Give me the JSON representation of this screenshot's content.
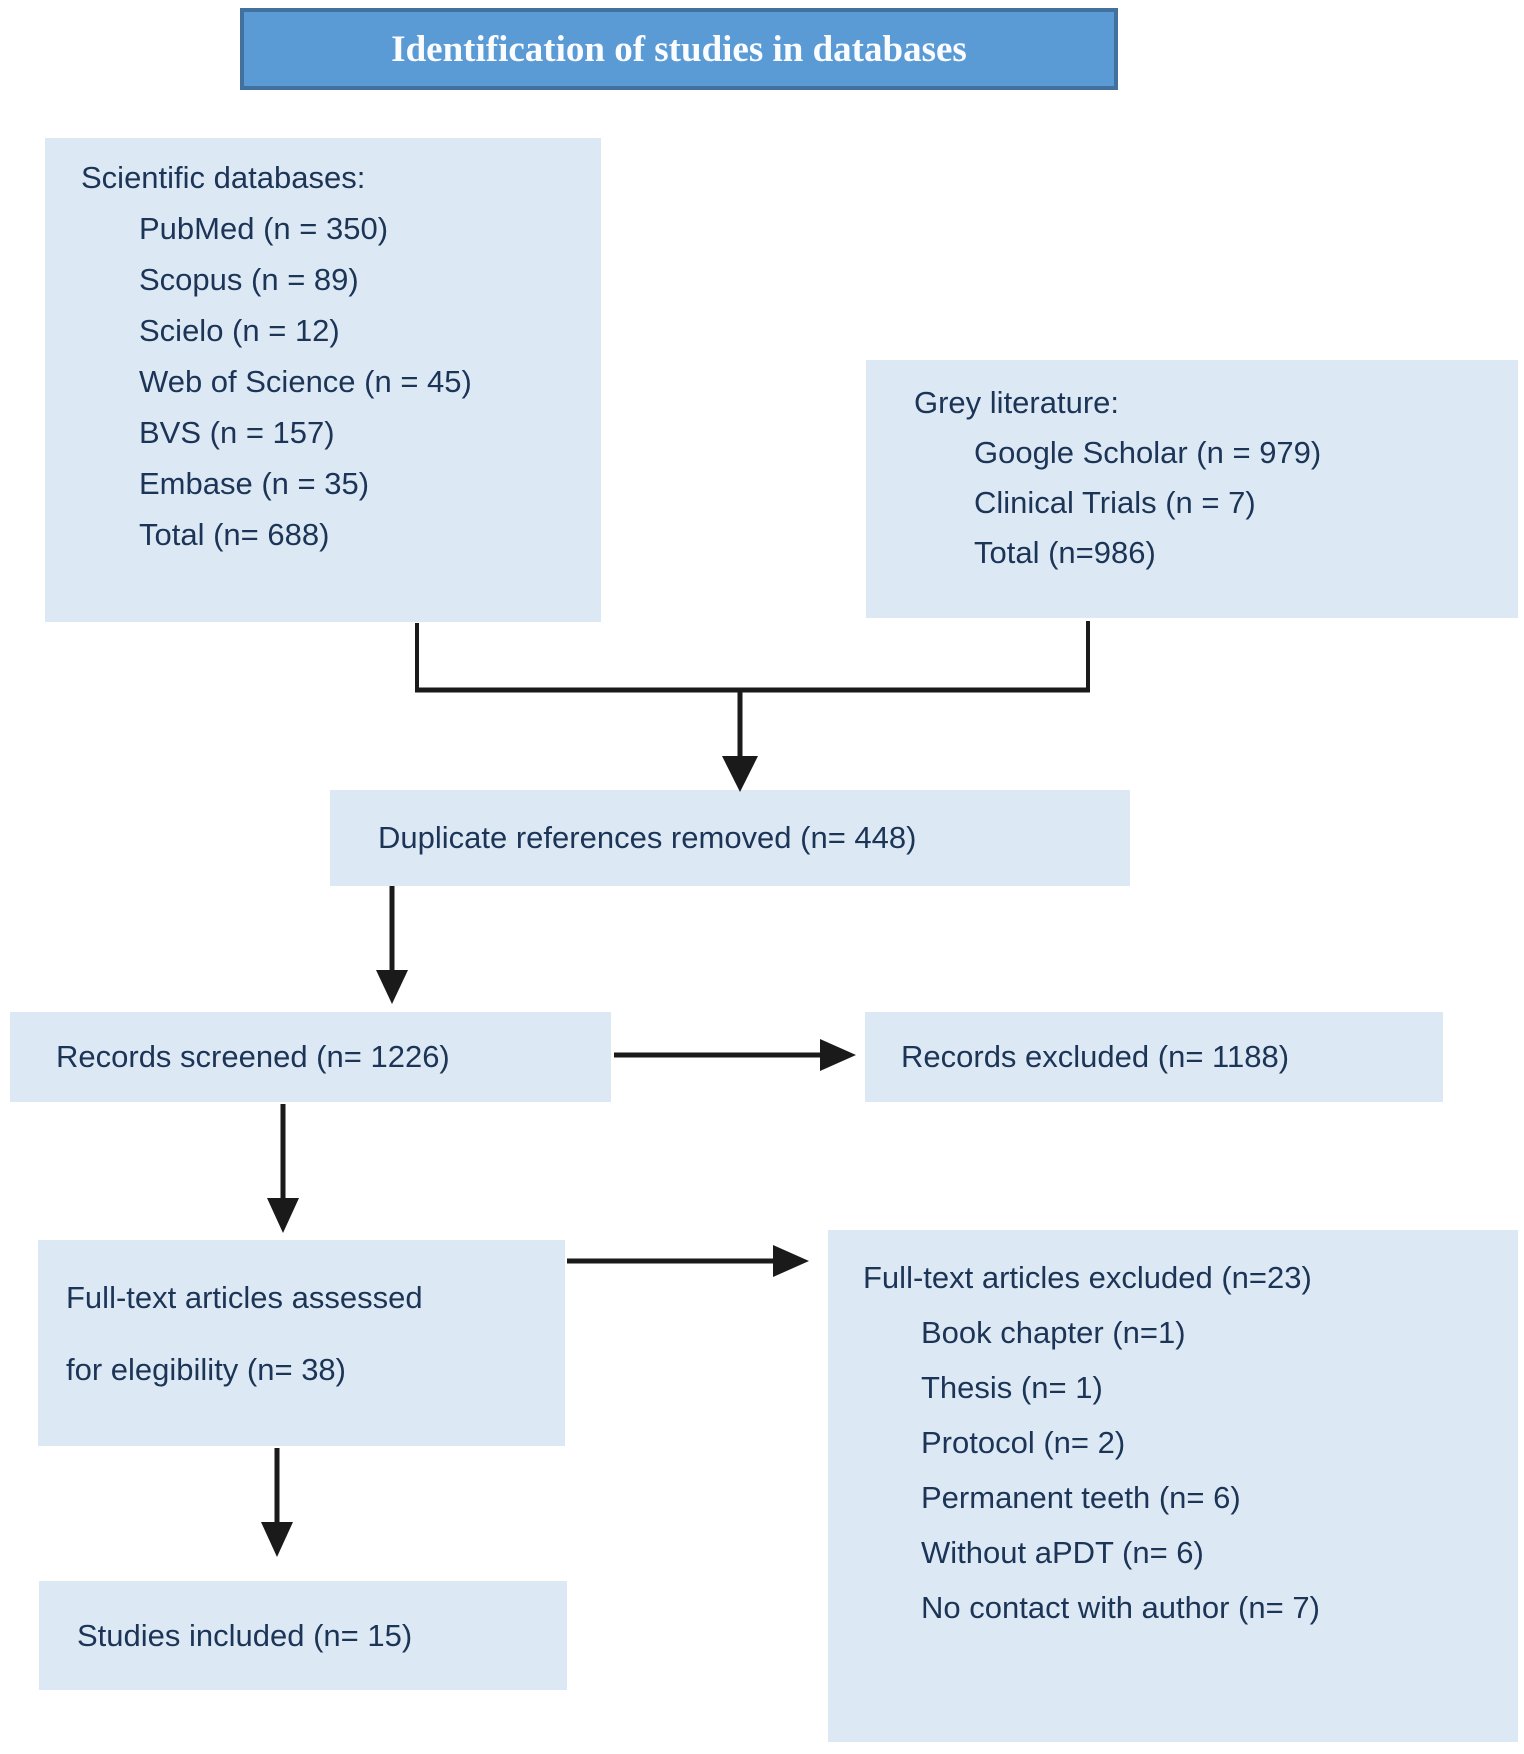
{
  "title": "Identification of studies in databases",
  "colors": {
    "title_bg": "#5b9bd5",
    "title_border": "#41719c",
    "box_bg": "#dce9f5",
    "text": "#1c3557",
    "arrow": "#1a1a1a"
  },
  "boxes": {
    "scientific": {
      "heading": "Scientific databases:",
      "items": [
        "PubMed (n = 350)",
        "Scopus (n = 89)",
        "Scielo (n = 12)",
        "Web of Science (n = 45)",
        "BVS (n = 157)",
        "Embase (n = 35)",
        "Total (n= 688)"
      ]
    },
    "grey": {
      "heading": "Grey literature:",
      "items": [
        "Google Scholar (n = 979)",
        "Clinical Trials (n = 7)",
        "Total (n=986)"
      ]
    },
    "duplicates": {
      "label": "Duplicate references removed (n= 448)"
    },
    "screened": {
      "label": "Records screened (n= 1226)"
    },
    "records_excluded": {
      "label": "Records excluded (n= 1188)"
    },
    "fulltext": {
      "line1": "Full-text articles assessed",
      "line2": "for elegibility (n= 38)"
    },
    "fulltext_excluded": {
      "heading": "Full-text articles excluded (n=23)",
      "items": [
        "Book chapter (n=1)",
        "Thesis (n= 1)",
        "Protocol (n= 2)",
        "Permanent teeth (n= 6)",
        "Without aPDT (n= 6)",
        "No contact with author (n= 7)"
      ]
    },
    "included": {
      "label": "Studies included (n= 15)"
    }
  }
}
